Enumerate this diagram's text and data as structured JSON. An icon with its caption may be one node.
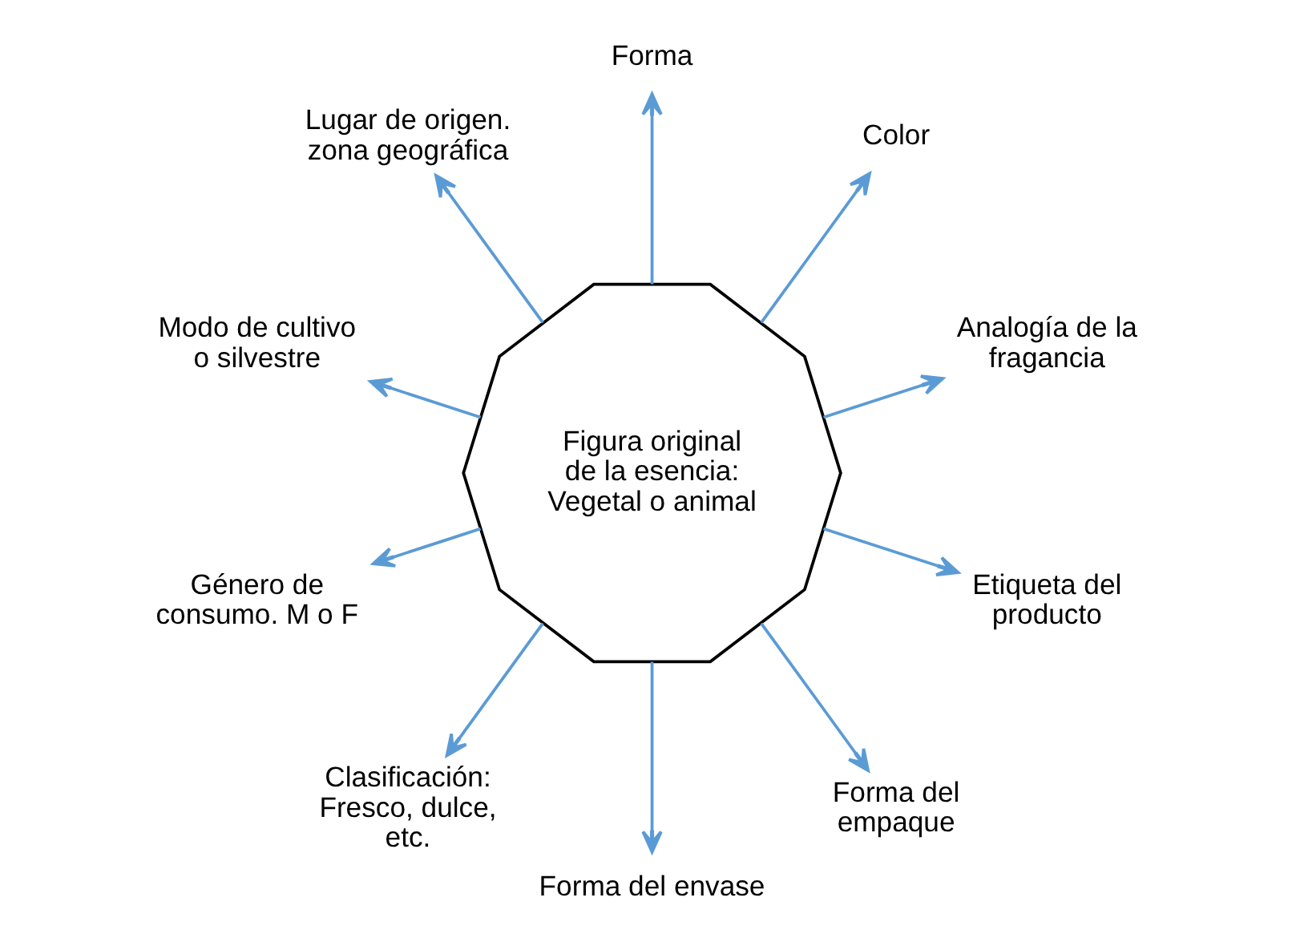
{
  "diagram": {
    "nodes": [
      {
        "text": [
          "Figura original de la esencia: Vegetal o animal"
        ]
      },
      {
        "text": [
          "Analogía de la fragancia"
        ]
      },
      {
        "text": [
          "Color"
        ]
      },
      {
        "text": [
          "Forma"
        ]
      },
      {
        "text": [
          "Lugar de origen. zona geográfica"
        ]
      },
      {
        "text": [
          "Modo de cultivo o silvestre"
        ]
      },
      {
        "text": [
          "Género de consumo. M o F"
        ]
      },
      {
        "text": [
          "Clasificación: Fresco, dulce, etc."
        ]
      },
      {
        "text": [
          "Forma del envase"
        ]
      },
      {
        "text": [
          "Forma del empaque"
        ]
      },
      {
        "text": [
          "Etiqueta del producto"
        ]
      }
    ],
    "edges": [
      {
        "from": 0,
        "to": 1,
        "arrow": "to"
      },
      {
        "from": 0,
        "to": 2,
        "arrow": "to"
      },
      {
        "from": 0,
        "to": 3,
        "arrow": "to"
      },
      {
        "from": 0,
        "to": 4,
        "arrow": "to"
      },
      {
        "from": 0,
        "to": 5,
        "arrow": "to"
      },
      {
        "from": 0,
        "to": 6,
        "arrow": "to"
      },
      {
        "from": 0,
        "to": 7,
        "arrow": "to"
      },
      {
        "from": 0,
        "to": 8,
        "arrow": "to"
      },
      {
        "from": 0,
        "to": 9,
        "arrow": "to"
      },
      {
        "from": 0,
        "to": 10,
        "arrow": "to"
      }
    ]
  }
}
